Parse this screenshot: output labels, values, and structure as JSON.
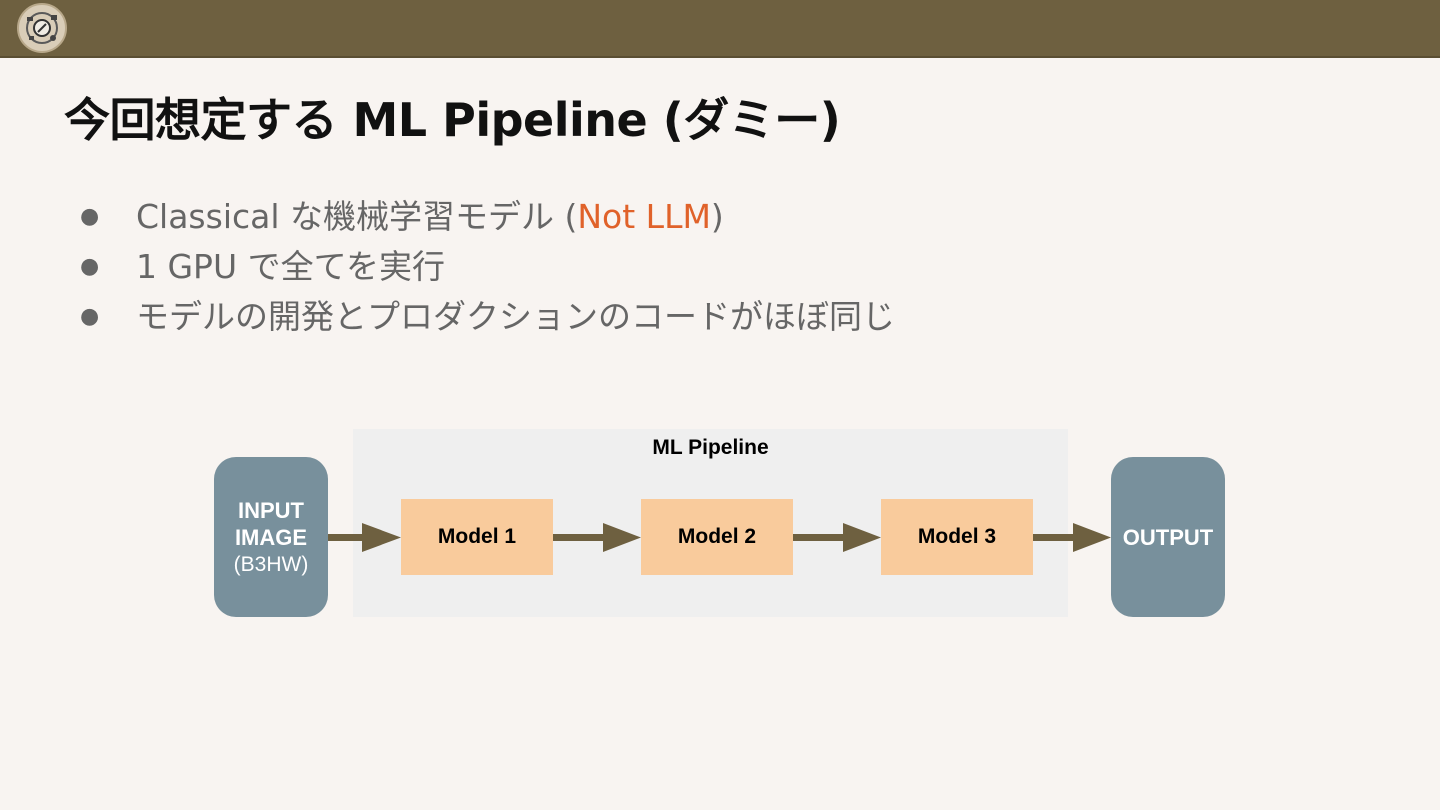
{
  "slide": {
    "title": "今回想定する ML Pipeline (ダミー)",
    "bullets": [
      {
        "pre": "Classical な機械学習モデル (",
        "accent": "Not LLM",
        "post": ")"
      },
      {
        "pre": "1 GPU で全てを実行",
        "accent": "",
        "post": ""
      },
      {
        "pre": "モデルの開発とプロダクションのコードがほぼ同じ",
        "accent": "",
        "post": ""
      }
    ],
    "bullet_symbol": "●"
  },
  "diagram": {
    "group_label": "ML Pipeline",
    "input": {
      "line1": "INPUT",
      "line2": "IMAGE",
      "line3": "(B3HW)"
    },
    "models": [
      "Model 1",
      "Model 2",
      "Model 3"
    ],
    "output": "OUTPUT"
  },
  "colors": {
    "header_bar": "#6e6040",
    "background": "#f8f4f1",
    "accent": "#e0622a",
    "endpoint_box": "#78909c",
    "model_box": "#f9cb9c",
    "arrow": "#6e6040"
  },
  "icons": {
    "logo": "gear-compass-logo-icon"
  }
}
